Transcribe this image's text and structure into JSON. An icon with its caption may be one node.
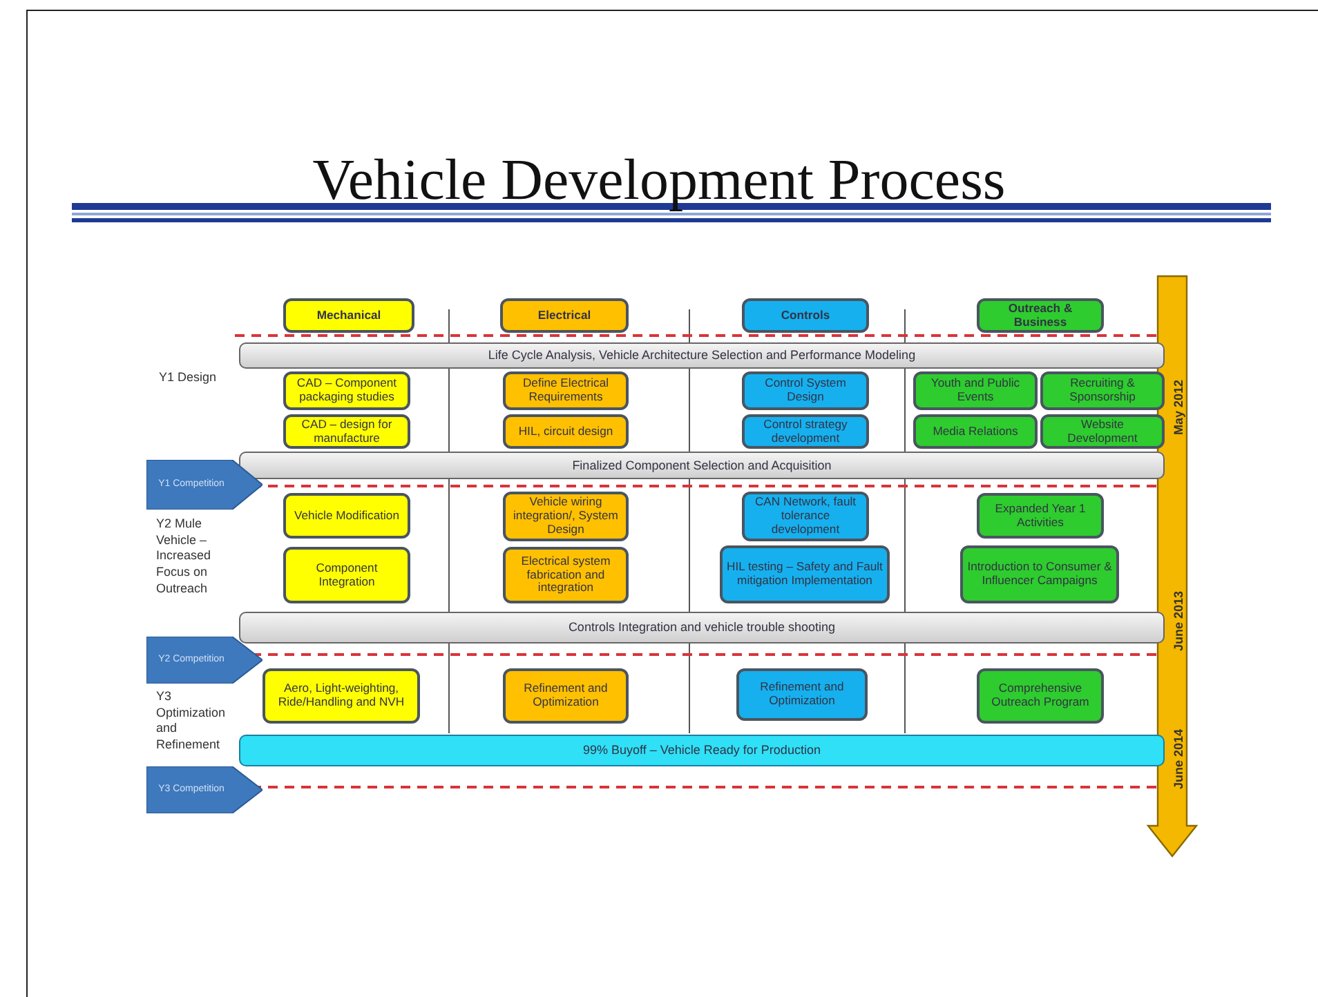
{
  "diagram": {
    "title": "Vehicle Development Process",
    "nodes": [
      {
        "text": [
          "Mechanical"
        ]
      },
      {
        "text": [
          "Electrical"
        ]
      },
      {
        "text": [
          "Controls"
        ]
      },
      {
        "text": [
          "Outreach & Business"
        ]
      },
      {
        "text": [
          "Life Cycle Analysis, Vehicle Architecture Selection and Performance Modeling"
        ]
      },
      {
        "text": [
          "CAD – Component packaging studies"
        ]
      },
      {
        "text": [
          "Define Electrical Requirements"
        ]
      },
      {
        "text": [
          "Control System Design"
        ]
      },
      {
        "text": [
          "Youth and Public Events"
        ]
      },
      {
        "text": [
          "Recruiting & Sponsorship"
        ]
      },
      {
        "text": [
          "CAD – design for manufacture"
        ]
      },
      {
        "text": [
          "HIL, circuit design"
        ]
      },
      {
        "text": [
          "Control strategy development"
        ]
      },
      {
        "text": [
          "Media Relations"
        ]
      },
      {
        "text": [
          "Website Development"
        ]
      },
      {
        "text": [
          "Finalized Component Selection and Acquisition"
        ]
      },
      {
        "text": [
          "Y1 Competition"
        ]
      },
      {
        "text": [
          "Vehicle Modification"
        ]
      },
      {
        "text": [
          "Vehicle wiring integration/, System Design"
        ]
      },
      {
        "text": [
          "CAN Network, fault tolerance development"
        ]
      },
      {
        "text": [
          "Expanded Year 1 Activities"
        ]
      },
      {
        "text": [
          "Component Integration"
        ]
      },
      {
        "text": [
          "Electrical system fabrication and integration"
        ]
      },
      {
        "text": [
          "HIL testing – Safety and Fault mitigation Implementation"
        ]
      },
      {
        "text": [
          "Introduction to Consumer & Influencer Campaigns"
        ]
      },
      {
        "text": [
          "Controls Integration and vehicle trouble shooting"
        ]
      },
      {
        "text": [
          "Y2 Competition"
        ]
      },
      {
        "text": [
          "Aero, Light-weighting, Ride/Handling and NVH"
        ]
      },
      {
        "text": [
          "Refinement and Optimization"
        ]
      },
      {
        "text": [
          "Refinement and Optimization"
        ]
      },
      {
        "text": [
          "Comprehensive Outreach Program"
        ]
      },
      {
        "text": [
          "99% Buyoff – Vehicle Ready for Production"
        ]
      },
      {
        "text": [
          "Y3 Competition"
        ]
      }
    ],
    "labels": [
      "Y1 Design",
      "May 2012",
      "Y2 Mule Vehicle – Increased Focus on Outreach",
      "June 2013",
      "Y3 Optimization and Refinement",
      "June 2014"
    ]
  }
}
